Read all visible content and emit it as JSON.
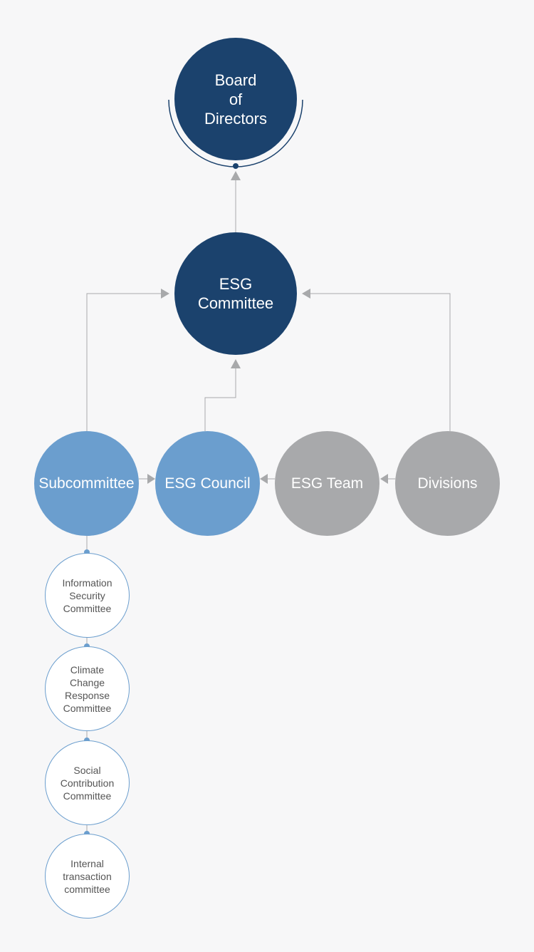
{
  "nodes": {
    "board": "Board\nof\nDirectors",
    "esg_committee": "ESG\nCommittee",
    "subcommittee": "Subcommittee",
    "esg_council": "ESG Council",
    "esg_team": "ESG Team",
    "divisions": "Divisions"
  },
  "subcommittees": [
    "Information\nSecurity\nCommittee",
    "Climate\nChange\nResponse\nCommittee",
    "Social\nContribution\nCommittee",
    "Internal\ntransaction\ncommittee"
  ],
  "colors": {
    "dark_navy": "#1b426d",
    "light_blue": "#6b9ece",
    "gray": "#a8a9ab",
    "connector": "#a8a9ab"
  }
}
